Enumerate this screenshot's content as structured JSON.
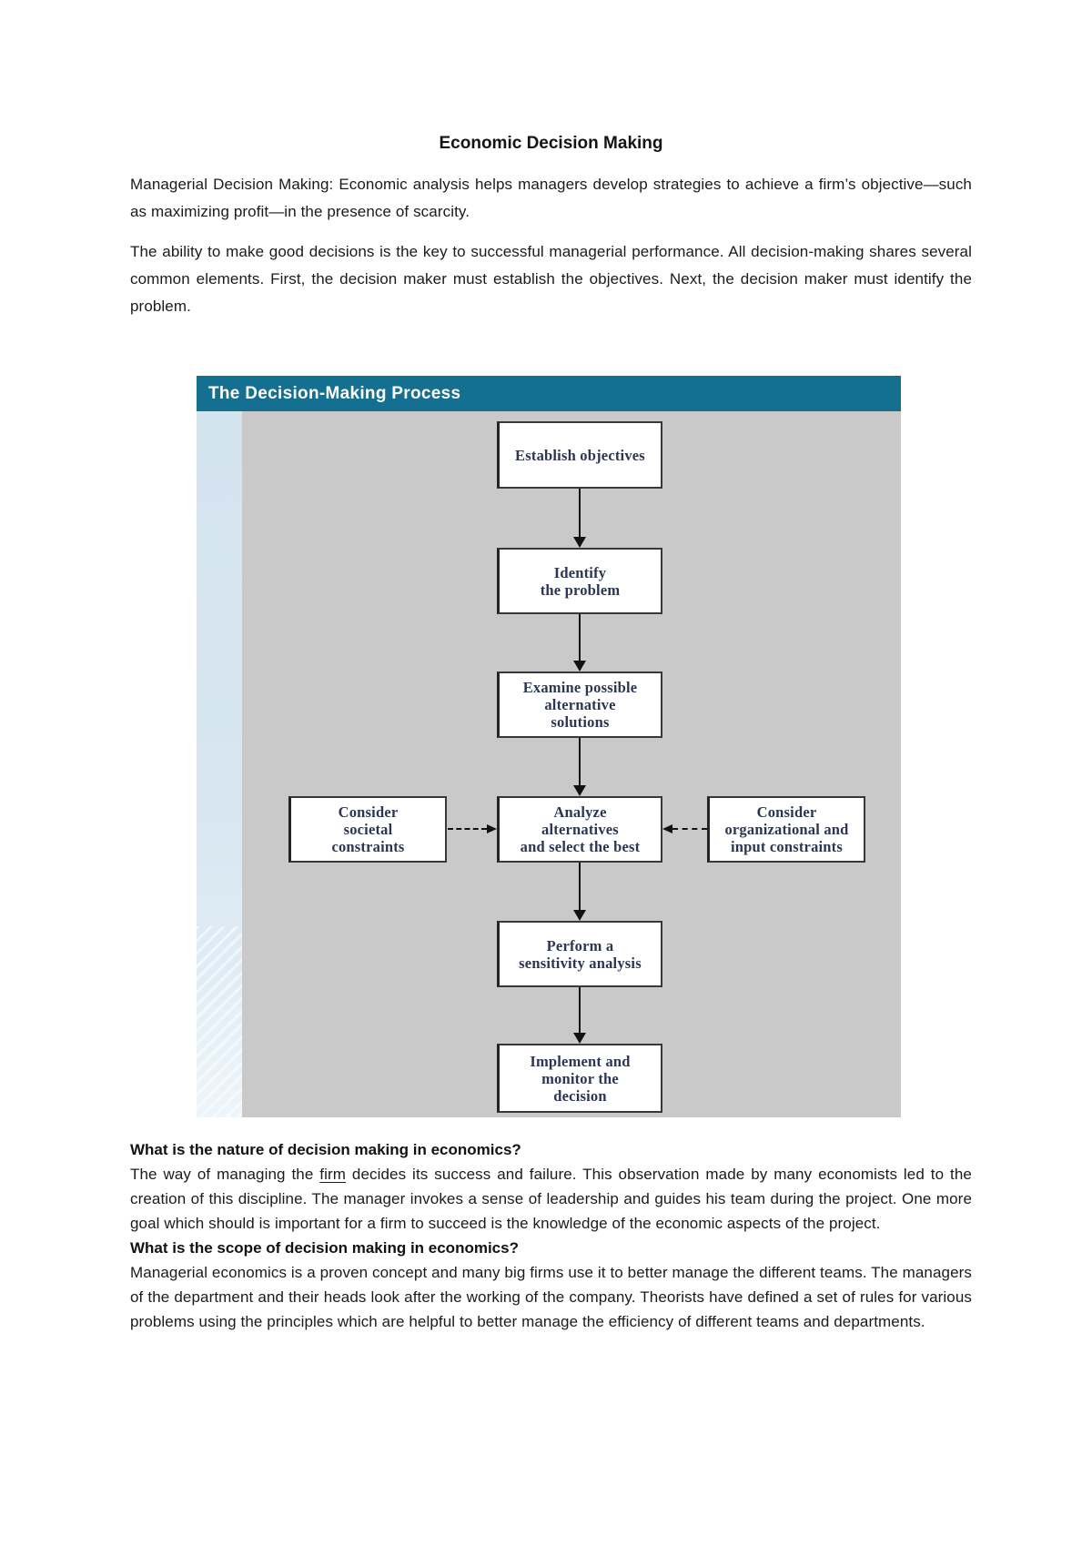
{
  "document": {
    "title": "Economic Decision Making",
    "paragraph_1": "Managerial Decision Making: Economic analysis helps managers develop strategies to achieve a firm’s objective—such as maximizing profit—in the presence of scarcity.",
    "paragraph_2": "The ability to make good decisions is the key to successful managerial performance. All decision-making shares several common elements. First, the decision maker must establish the objectives. Next, the decision maker must identify the problem.",
    "section_1": {
      "heading": "What is the nature of decision making in economics?",
      "body_pre": "The way of managing the ",
      "body_underlined": "firm",
      "body_post": " decides its success and failure. This observation made by many economists led to the creation of this discipline. The manager invokes a sense of leadership and guides his team during the project. One more goal which should is important for a firm to succeed is the knowledge of the economic aspects of the project."
    },
    "section_2": {
      "heading": "What is the scope of decision making in economics?",
      "body": "Managerial economics is a proven concept and many big firms use it to better manage the different teams. The managers of the department and their heads look after the working of the company. Theorists have defined a set of rules for various problems using the principles which are helpful to better manage the efficiency of different teams and departments."
    }
  },
  "diagram": {
    "title": "The Decision-Making Process",
    "colors": {
      "header_bg": "#156f90",
      "header_text": "#ffffff",
      "canvas_bg": "#c9c9c9",
      "strip_bg": "#d7e6f1",
      "node_bg": "#ffffff",
      "node_border": "#383838",
      "node_text": "#2b3752",
      "arrow": "#111111"
    },
    "nodes": [
      {
        "id": "establish",
        "label": "Establish objectives"
      },
      {
        "id": "identify",
        "label": "Identify\nthe problem"
      },
      {
        "id": "examine",
        "label": "Examine possible\nalternative\nsolutions"
      },
      {
        "id": "societal",
        "label": "Consider\nsocietal\nconstraints"
      },
      {
        "id": "analyze",
        "label": "Analyze\nalternatives\nand select the best"
      },
      {
        "id": "organizational",
        "label": "Consider\norganizational and\ninput constraints"
      },
      {
        "id": "sensitivity",
        "label": "Perform a\nsensitivity analysis"
      },
      {
        "id": "implement",
        "label": "Implement and\nmonitor the\ndecision"
      }
    ]
  }
}
